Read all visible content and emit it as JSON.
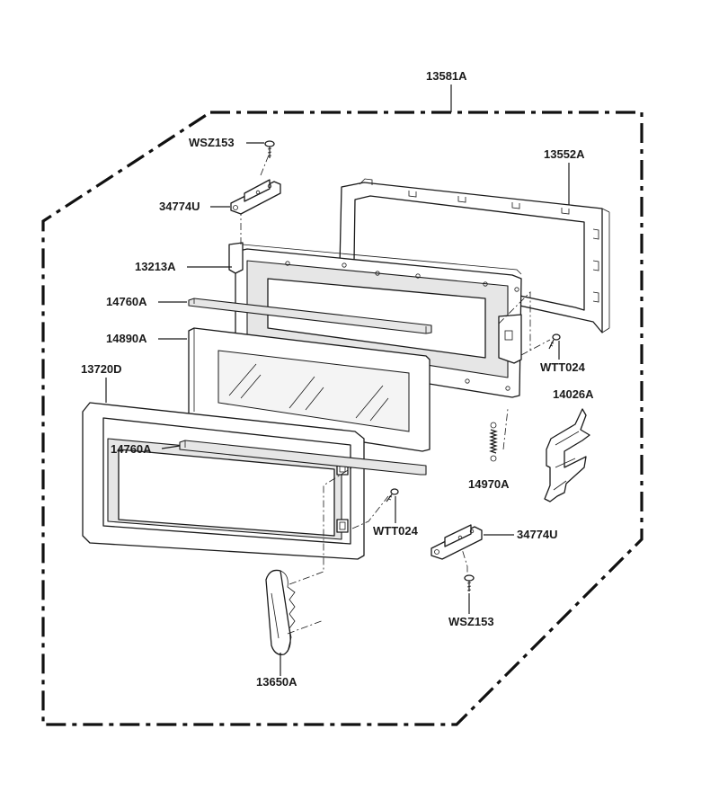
{
  "labels": {
    "assembly": "13581A",
    "screw_top": "WSZ153",
    "hinge_top": "34774U",
    "inner_frame": "13552A",
    "door_panel": "13213A",
    "seal_top": "14760A",
    "window": "14890A",
    "door_frame": "13720D",
    "seal_lower": "14760A",
    "screw_right": "WTT024",
    "latch": "14026A",
    "spring": "14970A",
    "screw_mid": "WTT024",
    "hinge_bottom": "34774U",
    "screw_bottom": "WSZ153",
    "handle": "13650A"
  }
}
